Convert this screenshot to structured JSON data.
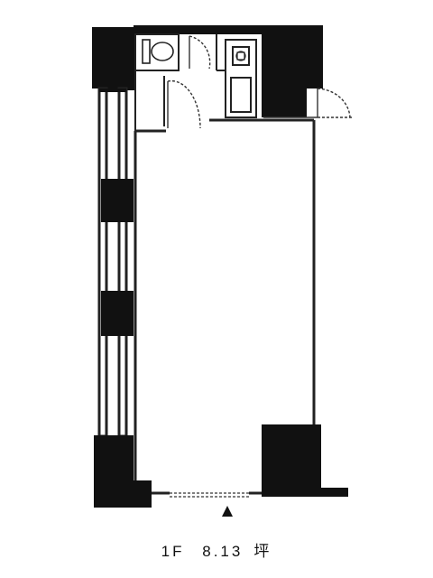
{
  "floor_plan": {
    "floor_label": "1F",
    "area_value": "8.13",
    "area_unit": "坪",
    "colors": {
      "wall": "#111111",
      "line": "#222222",
      "background": "#ffffff"
    },
    "icons": {
      "entrance": "entrance-triangle-icon",
      "toilet": "toilet-icon",
      "stove": "stove-icon"
    }
  }
}
